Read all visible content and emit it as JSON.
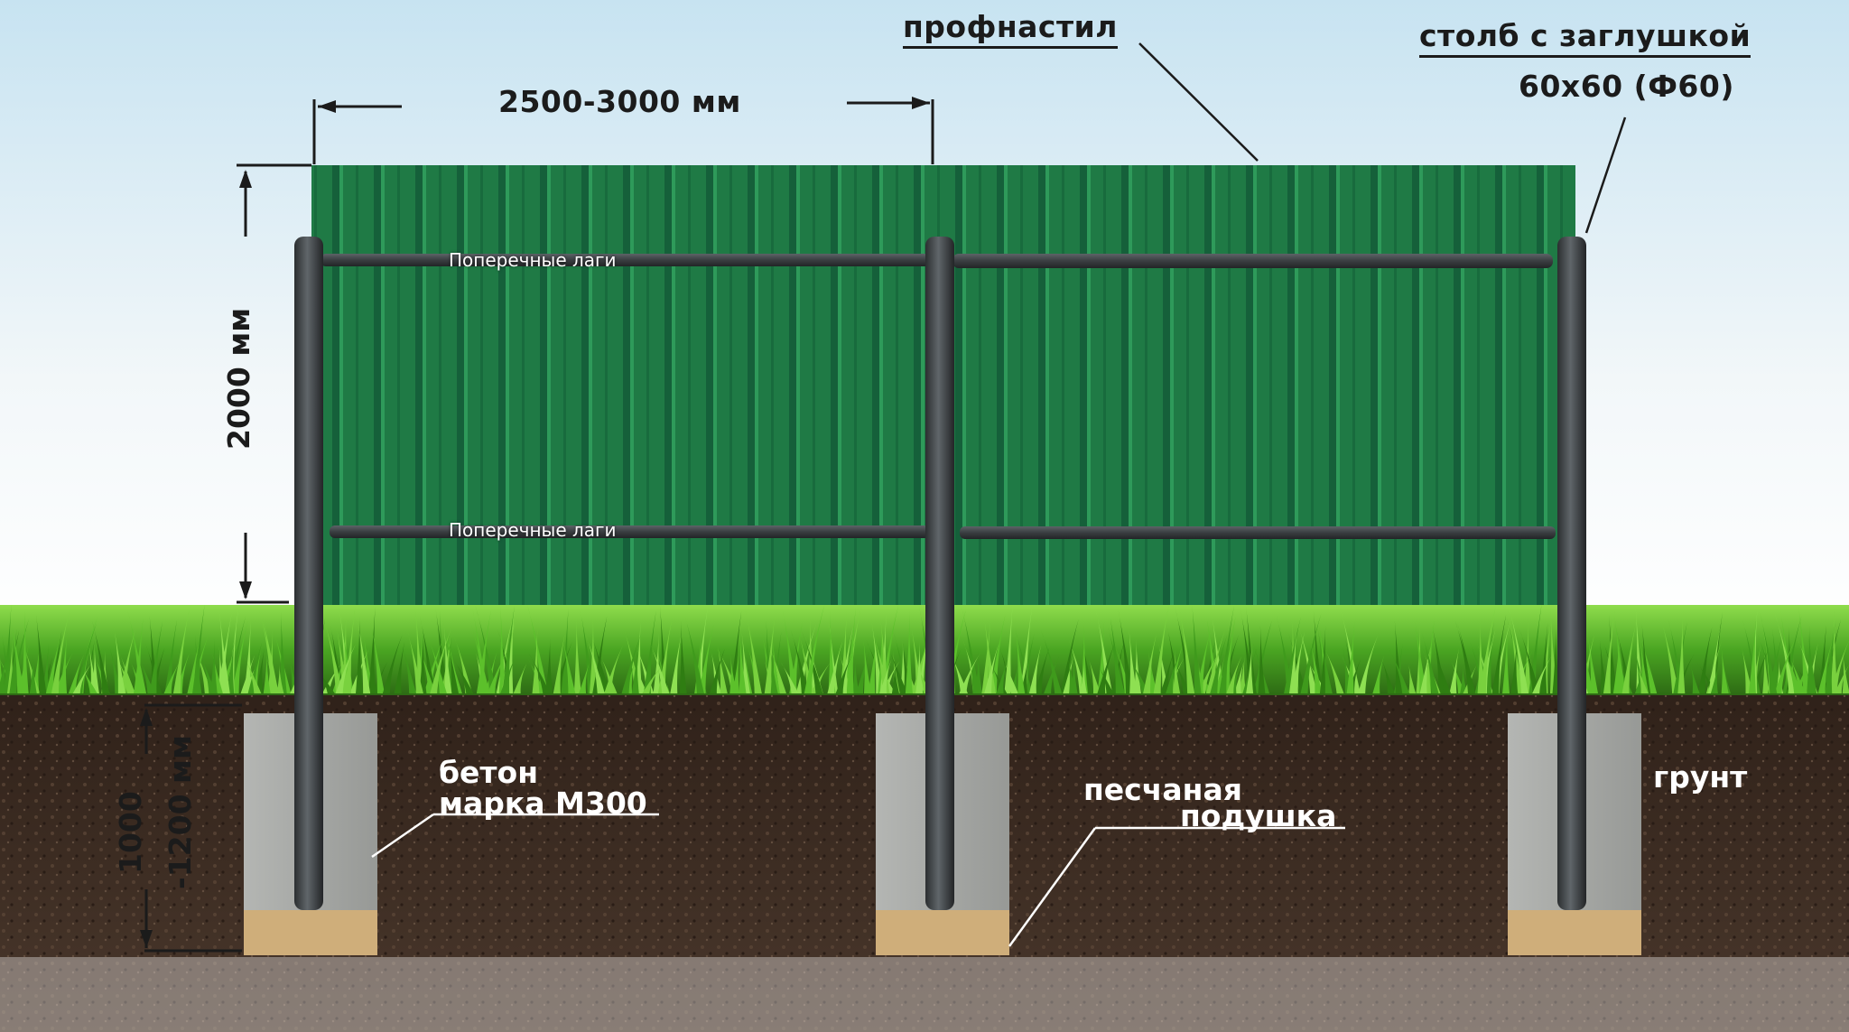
{
  "labels": {
    "profnastil": "профнастил",
    "post_with_cap": "столб с заглушкой",
    "post_size": "60х60   (Ф60)",
    "span_width": "2500-3000 мм",
    "height": "2000 мм",
    "lag_top": "Поперечные лаги",
    "lag_bottom": "Поперечные лаги",
    "depth_line1": "1000",
    "depth_line2": "-1200 мм",
    "concrete_line1": "бетон",
    "concrete_line2": "марка М300",
    "sand_line1": "песчаная",
    "sand_line2": "подушка",
    "soil": "грунт"
  },
  "colors": {
    "sheet": "#1f7a45",
    "sheet_dark": "#15603a",
    "post": "#3a3d3f",
    "concrete": "#a7a9a6",
    "sand": "#cfae7a",
    "soil": "#3a2a20",
    "grass": "#4fa82a",
    "sky_top": "#cfe7f3"
  }
}
